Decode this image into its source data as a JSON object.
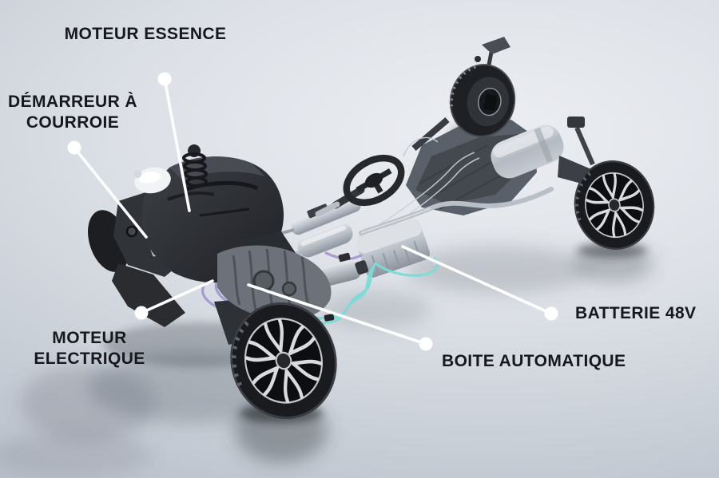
{
  "labels": {
    "petrol_engine": {
      "text": "MOTEUR ESSENCE"
    },
    "belt_starter": {
      "line1": "DÉMARREUR À",
      "line2": "COURROIE"
    },
    "electric_motor": {
      "line1": "MOTEUR",
      "line2": "ELECTRIQUE"
    },
    "automatic_gearbox": {
      "text": "BOITE AUTOMATIQUE"
    },
    "battery_48v": {
      "text": "BATTERIE 48V"
    }
  },
  "colors": {
    "label_text": "#17181d",
    "leader_line": "#ffffff",
    "cable_teal": "#7adcd6",
    "cable_purple": "#a596d2",
    "background_light": "#eceef2",
    "background_dark": "#b3bac5"
  }
}
